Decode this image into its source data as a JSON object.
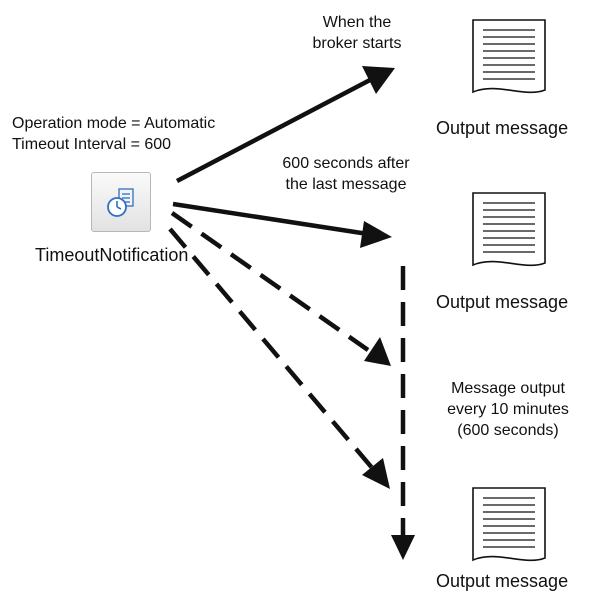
{
  "node": {
    "icon": "timer-notification-icon",
    "label": "TimeoutNotification",
    "settings": [
      "Operation mode = Automatic",
      "Timeout Interval = 600"
    ]
  },
  "events": [
    {
      "lines": [
        "When the",
        "broker starts"
      ]
    },
    {
      "lines": [
        "600 seconds after",
        "the last message"
      ]
    },
    {
      "lines": [
        "Message output",
        "every 10 minutes",
        "(600 seconds)"
      ]
    }
  ],
  "outputs": [
    {
      "label": "Output message"
    },
    {
      "label": "Output message"
    },
    {
      "label": "Output message"
    }
  ],
  "colors": {
    "ink": "#111111",
    "node_border": "#b8b8b8",
    "icon_blue": "#2f6fc7"
  }
}
